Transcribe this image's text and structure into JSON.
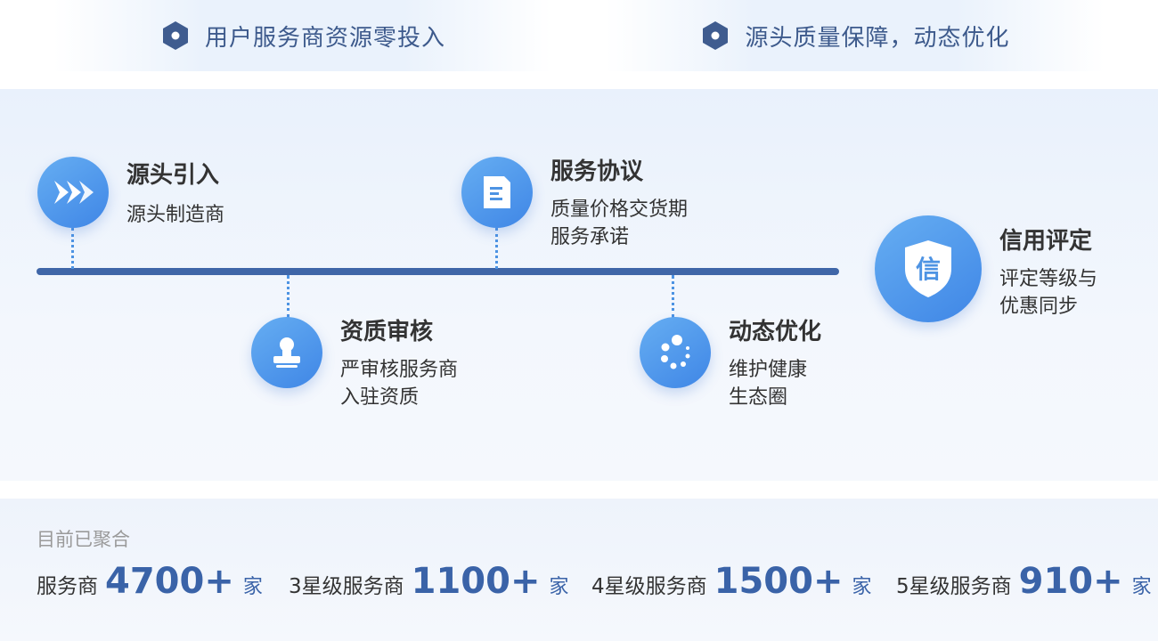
{
  "banner": {
    "left_text": "用户服务商资源零投入",
    "right_text": "源头质量保障，动态优化",
    "icon": "hexagon-dot-icon",
    "icon_color": "#3f5c8f"
  },
  "process": {
    "steps": [
      {
        "title": "源头引入",
        "desc": [
          "源头制造商"
        ],
        "icon": "double-chevron-right-icon"
      },
      {
        "title": "资质审核",
        "desc": [
          "严审核服务商",
          "入驻资质"
        ],
        "icon": "stamp-icon"
      },
      {
        "title": "服务协议",
        "desc": [
          "质量价格交货期",
          "服务承诺"
        ],
        "icon": "document-icon"
      },
      {
        "title": "动态优化",
        "desc": [
          "维护健康",
          "生态圈"
        ],
        "icon": "loading-dots-icon"
      },
      {
        "title": "信用评定",
        "desc": [
          "评定等级与",
          "优惠同步"
        ],
        "icon": "shield-xin-icon",
        "icon_char": "信"
      }
    ],
    "accent_color": "#3f66a8",
    "circle_color": "#4d93e3"
  },
  "stats": {
    "caption": "目前已聚合",
    "items": [
      {
        "label": "服务商",
        "value": "4700+",
        "unit": "家"
      },
      {
        "label": "3星级服务商",
        "value": "1100+",
        "unit": "家"
      },
      {
        "label": "4星级服务商",
        "value": "1500+",
        "unit": "家"
      },
      {
        "label": "5星级服务商",
        "value": "910+",
        "unit": "家"
      }
    ],
    "number_color": "#3a63a8"
  }
}
